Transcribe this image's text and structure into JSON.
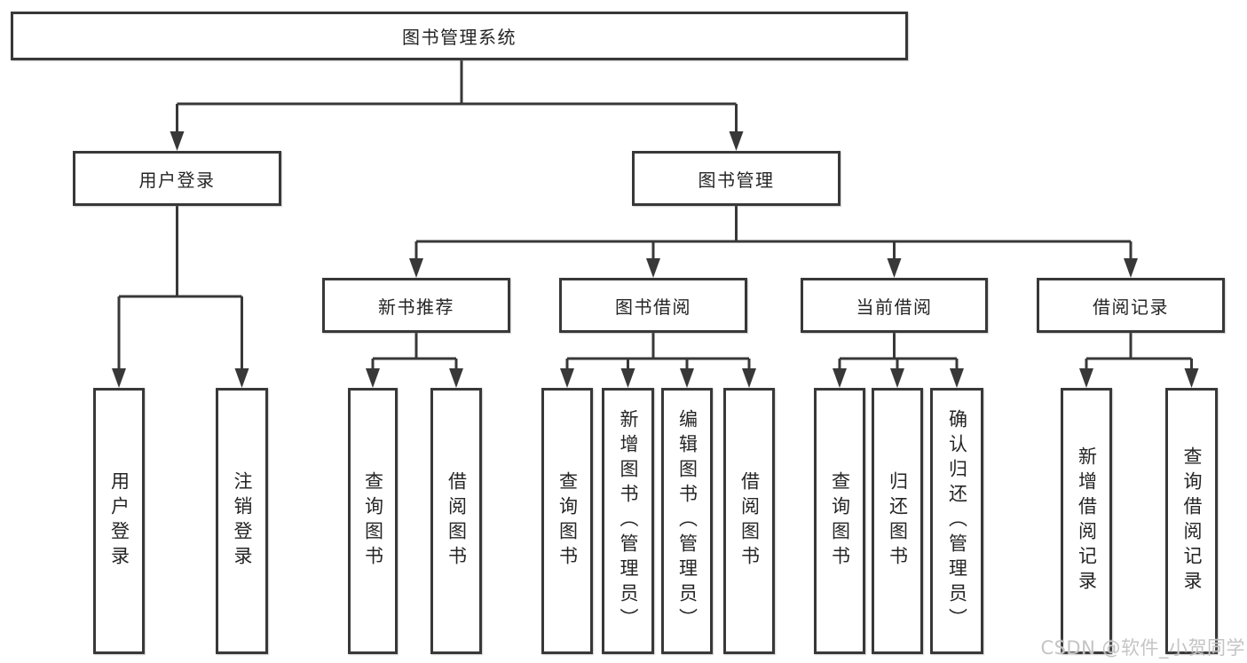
{
  "diagram": {
    "title": "图书管理系统",
    "watermark": "CSDN @软件_小贺同学",
    "colors": {
      "line": "#383838",
      "text": "#252525",
      "box_background": "#ffffff",
      "watermark": "#c4c4c4"
    },
    "nodes": [
      {
        "id": "root",
        "label": "图书管理系统",
        "level": 1,
        "parent": null
      },
      {
        "id": "user-login",
        "label": "用户登录",
        "level": 2,
        "parent": "root"
      },
      {
        "id": "book-mgmt",
        "label": "图书管理",
        "level": 2,
        "parent": "root"
      },
      {
        "id": "new-book-rec",
        "label": "新书推荐",
        "level": 3,
        "parent": "book-mgmt"
      },
      {
        "id": "book-borrow",
        "label": "图书借阅",
        "level": 3,
        "parent": "book-mgmt"
      },
      {
        "id": "current-borrow",
        "label": "当前借阅",
        "level": 3,
        "parent": "book-mgmt"
      },
      {
        "id": "borrow-records",
        "label": "借阅记录",
        "level": 3,
        "parent": "book-mgmt"
      },
      {
        "id": "leaf-user-login",
        "label": "用户登录",
        "level": 4,
        "parent": "user-login"
      },
      {
        "id": "leaf-logout",
        "label": "注销登录",
        "level": 4,
        "parent": "user-login"
      },
      {
        "id": "leaf-query-book-1",
        "label": "查询图书",
        "level": 4,
        "parent": "new-book-rec"
      },
      {
        "id": "leaf-borrow-book-1",
        "label": "借阅图书",
        "level": 4,
        "parent": "new-book-rec"
      },
      {
        "id": "leaf-query-book-2",
        "label": "查询图书",
        "level": 4,
        "parent": "book-borrow"
      },
      {
        "id": "leaf-add-book",
        "label": "新增图书（管理员）",
        "level": 4,
        "parent": "book-borrow"
      },
      {
        "id": "leaf-edit-book",
        "label": "编辑图书（管理员）",
        "level": 4,
        "parent": "book-borrow"
      },
      {
        "id": "leaf-borrow-book-2",
        "label": "借阅图书",
        "level": 4,
        "parent": "book-borrow"
      },
      {
        "id": "leaf-query-book-3",
        "label": "查询图书",
        "level": 4,
        "parent": "current-borrow"
      },
      {
        "id": "leaf-return-book",
        "label": "归还图书",
        "level": 4,
        "parent": "current-borrow"
      },
      {
        "id": "leaf-confirm-return",
        "label": "确认归还（管理员）",
        "level": 4,
        "parent": "current-borrow"
      },
      {
        "id": "leaf-add-borrow-record",
        "label": "新增借阅记录",
        "level": 4,
        "parent": "borrow-records"
      },
      {
        "id": "leaf-query-borrow-record",
        "label": "查询借阅记录",
        "level": 4,
        "parent": "borrow-records"
      }
    ]
  }
}
